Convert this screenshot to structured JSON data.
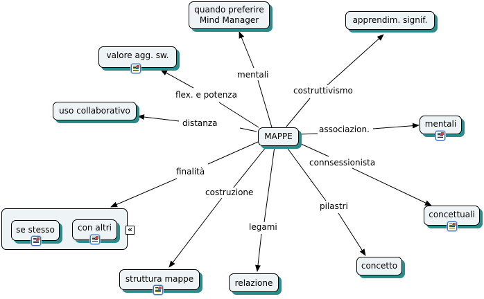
{
  "central": {
    "label": "MAPPE"
  },
  "nodes": {
    "quando": {
      "line1": "quando preferire",
      "line2": "Mind Manager"
    },
    "apprendim": {
      "label": "apprendim. signif."
    },
    "valore": {
      "label": "valore agg. sw.",
      "resource_icon": "document-icon"
    },
    "uso": {
      "label": "uso collaborativo"
    },
    "mentali": {
      "label": "mentali",
      "resource_icon": "document-icon"
    },
    "concettuali": {
      "label": "concettuali",
      "resource_icon": "document-icon"
    },
    "se_stesso": {
      "label": "se stesso",
      "resource_icon": "document-icon"
    },
    "con_altri": {
      "label": "con altri",
      "resource_icon": "document-icon"
    },
    "struttura": {
      "label": "struttura mappe",
      "resource_icon": "document-icon"
    },
    "relazione": {
      "label": "relazione"
    },
    "concetto": {
      "label": "concetto"
    }
  },
  "links": {
    "mentali": "mentali",
    "costruttivismo": "costruttivismo",
    "flex": "flex. e potenza",
    "distanza": "distanza",
    "associazion": "associazion.",
    "finalita": "finalità",
    "connsessionista": "connsessionista",
    "costruzione": "costruzione",
    "pilastri": "pilastri",
    "legami": "legami"
  },
  "group": {
    "collapse_glyph": "«"
  },
  "colors": {
    "node_fill": "#eef4f6",
    "shadow": "#2a8c8a",
    "line": "#000000"
  }
}
